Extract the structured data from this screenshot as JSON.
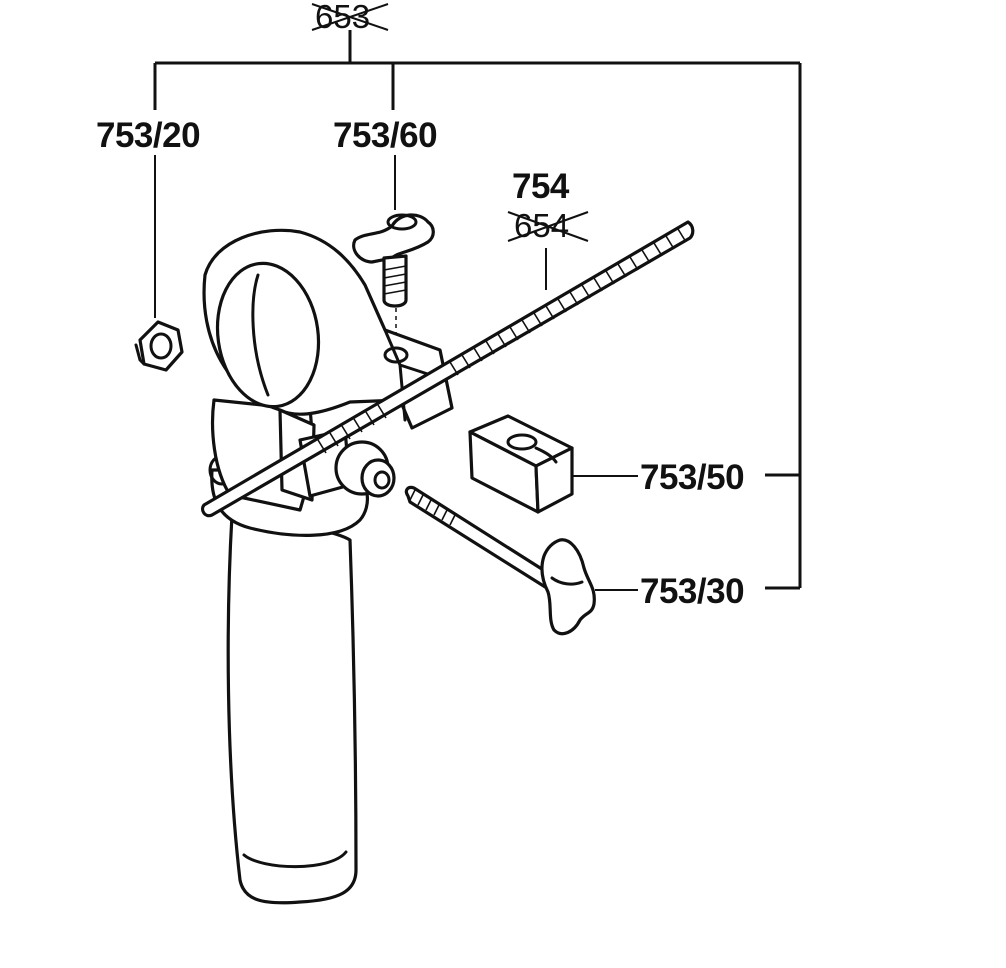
{
  "diagram": {
    "callouts": {
      "top_superseded": "653",
      "nut": "753/20",
      "clamp_screw": "753/60",
      "depth_rod": "754",
      "depth_rod_superseded": "654",
      "clamp_block": "753/50",
      "wing_bolt": "753/30"
    },
    "colors": {
      "ink": "#111111",
      "paper": "#ffffff"
    }
  }
}
